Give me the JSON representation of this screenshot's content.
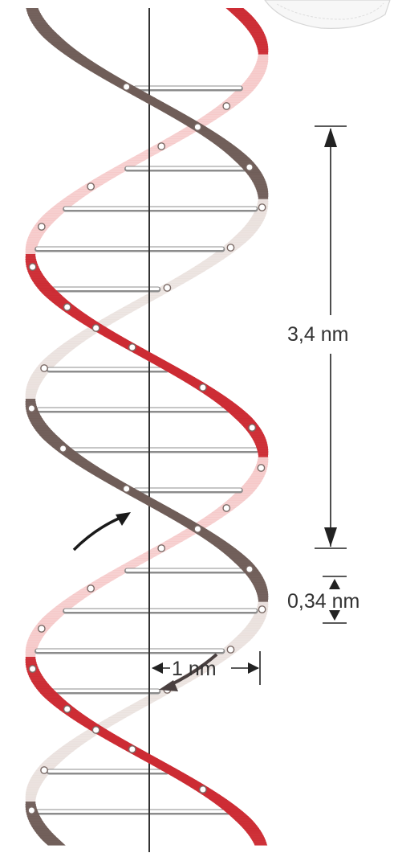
{
  "figure": {
    "labels": {
      "helix_turn": "3,4 nm",
      "base_spacing": "0,34 nm",
      "diameter": "1 nm"
    },
    "colors": {
      "strand_a": "#6f5d58",
      "strand_a_light": "#e7ddd9",
      "strand_b": "#cc2b33",
      "strand_b_light": "#f4c3c3",
      "base_pair": "#8c8c8c",
      "axis": "#333333"
    },
    "icons": {
      "upward_direction": "arrow-up-right-icon",
      "downward_direction": "arrow-down-left-icon",
      "stamp": "seal-stamp-icon"
    }
  }
}
